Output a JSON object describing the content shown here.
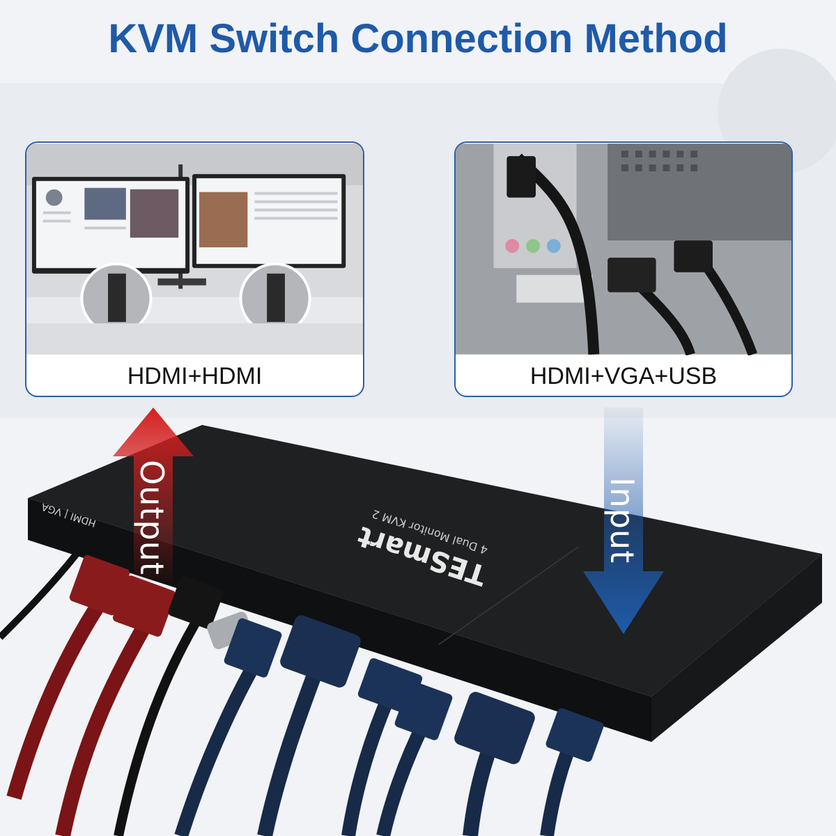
{
  "title": "KVM Switch Connection Method",
  "cards": [
    {
      "caption": "HDMI+HDMI",
      "photo": "dual-monitor-desk-photo"
    },
    {
      "caption": "HDMI+VGA+USB",
      "photo": "pc-rear-ports-photo"
    }
  ],
  "arrows": {
    "output_label": "Output",
    "input_label": "Input",
    "output_color": "#d42020",
    "input_color": "#1f5aa8"
  },
  "device": {
    "brand": "TESmart",
    "model": "4 Dual Monitor KVM 2",
    "side_label": "HDMI | VGA"
  }
}
